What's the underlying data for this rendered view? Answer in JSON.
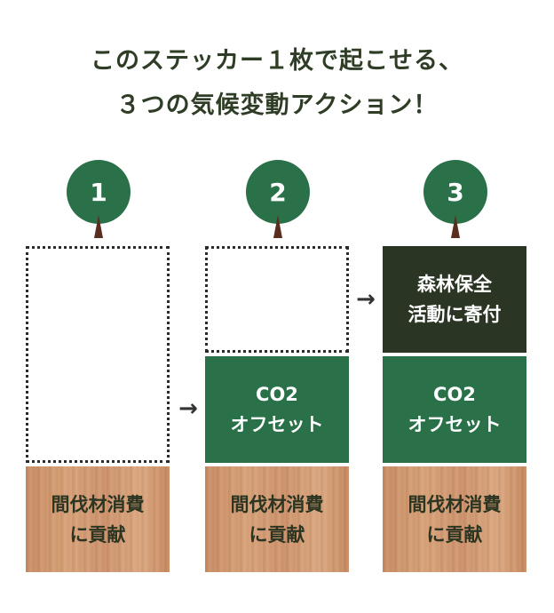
{
  "title": {
    "line1": "このステッカー１枚で起こせる、",
    "line2": "３つの気候変動アクション！"
  },
  "steps": [
    {
      "number": "1",
      "wood_line1": "間伐材消費",
      "wood_line2": "に貢献"
    },
    {
      "number": "2",
      "offset_line1": "CO2",
      "offset_line2": "オフセット",
      "wood_line1": "間伐材消費",
      "wood_line2": "に貢献"
    },
    {
      "number": "3",
      "forest_line1": "森林保全",
      "forest_line2": "活動に寄付",
      "offset_line1": "CO2",
      "offset_line2": "オフセット",
      "wood_line1": "間伐材消費",
      "wood_line2": "に貢献"
    }
  ],
  "arrow_glyph": "→",
  "colors": {
    "green": "#2a7048",
    "dark": "#2b3524",
    "trunk": "#5a2e1e",
    "wood": "#d9a47b"
  }
}
